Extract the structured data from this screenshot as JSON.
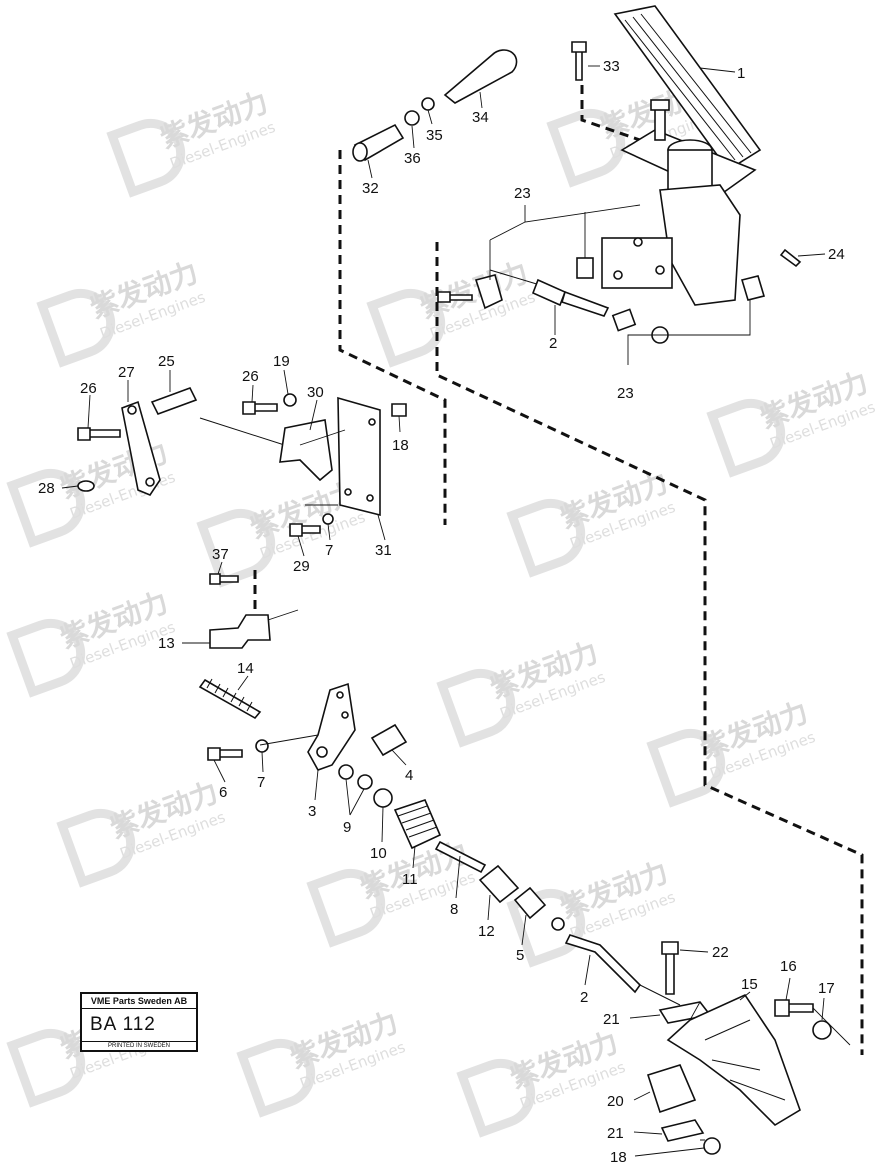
{
  "stamp": {
    "company": "VME Parts Sweden AB",
    "code": "BA  112",
    "printed": "PRINTED IN SWEDEN"
  },
  "watermark": {
    "brand": "紫发动力",
    "sub": "Diesel-Engines"
  },
  "labels": {
    "p1": "1",
    "p33": "33",
    "p34": "34",
    "p35": "35",
    "p36": "36",
    "p32": "32",
    "p23a": "23",
    "p23b": "23",
    "p24": "24",
    "p2a": "2",
    "p25": "25",
    "p27": "27",
    "p26a": "26",
    "p28": "28",
    "p26b": "26",
    "p19": "19",
    "p30": "30",
    "p18a": "18",
    "p29": "29",
    "p7a": "7",
    "p31": "31",
    "p37": "37",
    "p13": "13",
    "p14": "14",
    "p6": "6",
    "p7b": "7",
    "p3": "3",
    "p4": "4",
    "p9": "9",
    "p10": "10",
    "p11": "11",
    "p8": "8",
    "p12": "12",
    "p5": "5",
    "p22": "22",
    "p16": "16",
    "p17": "17",
    "p15": "15",
    "p2b": "2",
    "p21a": "21",
    "p20": "20",
    "p21b": "21",
    "p18b": "18"
  }
}
